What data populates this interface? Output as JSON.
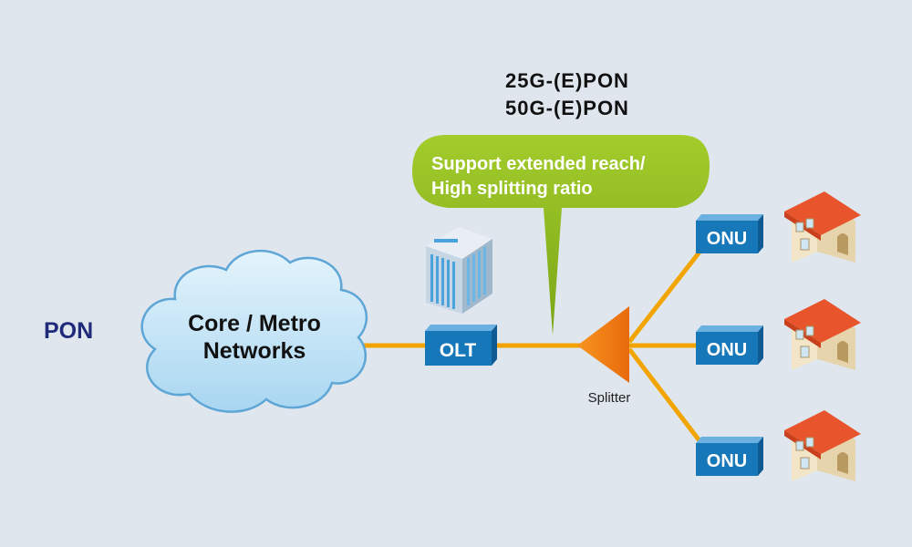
{
  "section_label": "PON",
  "standards": {
    "line1": "25G-(E)PON",
    "line2": "50G-(E)PON"
  },
  "callout": {
    "line1": "Support extended reach/",
    "line2": "High splitting ratio"
  },
  "cloud": {
    "line1": "Core / Metro",
    "line2": "Networks"
  },
  "olt_label": "OLT",
  "splitter_label": "Splitter",
  "onus": [
    {
      "label": "ONU"
    },
    {
      "label": "ONU"
    },
    {
      "label": "ONU"
    }
  ],
  "colors": {
    "background": "#dfe6ee",
    "fiber": "#f2a400",
    "box_blue": "#1677b9",
    "callout_green": "#8cb820",
    "splitter_orange": "#ef7d0f",
    "pon_text": "#1f2a7a",
    "roof": "#e8542b",
    "cloud_fill": "#c3e3f5"
  }
}
